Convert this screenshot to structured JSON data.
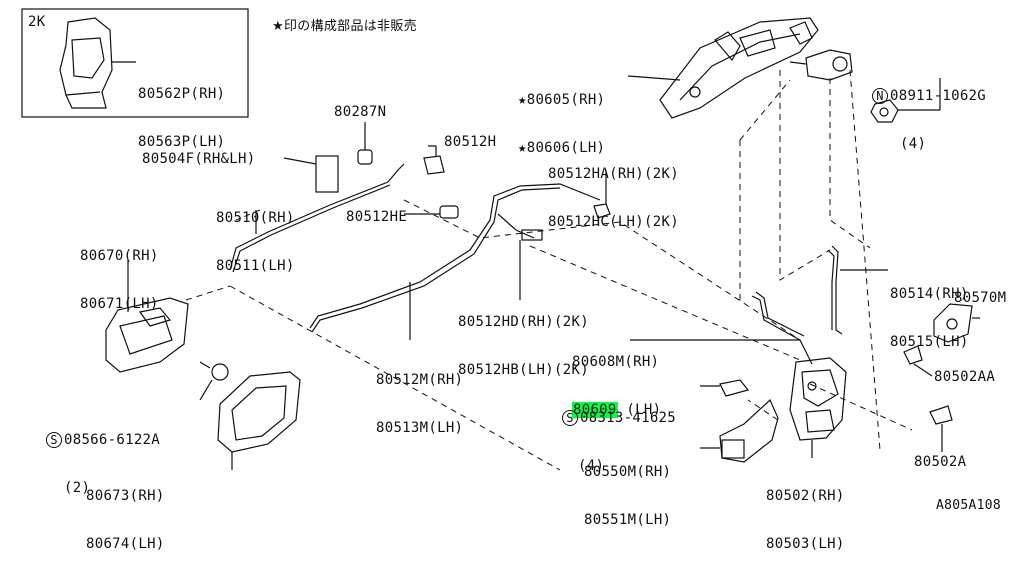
{
  "diagram_id": "A805A108",
  "note": "★印の構成部品は非販売",
  "inset": {
    "code": "2K",
    "parts": [
      "80562P(RH)",
      "80563P(LH)"
    ]
  },
  "labels": {
    "outer_handle": [
      "★80605(RH)",
      "★80606(LH)"
    ],
    "bolt_n": {
      "prefix": "N",
      "lines": [
        "08911-1062G",
        "(4)"
      ]
    },
    "n80287": "80287N",
    "n80512h": "80512H",
    "n80504f": "80504F(RH&LH)",
    "n80510": [
      "80510(RH)",
      "80511(LH)"
    ],
    "n80512ha": [
      "80512HA(RH)(2K)",
      "80512HC(LH)(2K)"
    ],
    "n80512he": "80512HE",
    "n80670": [
      "80670(RH)",
      "80671(LH)"
    ],
    "n80512hd": [
      "80512HD(RH)(2K)",
      "80512HB(LH)(2K)"
    ],
    "n80514": [
      "80514(RH)",
      "80515(LH)"
    ],
    "n80570": "80570M",
    "n80608": {
      "line1": "80608M(RH)",
      "highlight": "80609",
      "suffix": " (LH)"
    },
    "n80512m": [
      "80512M(RH)",
      "80513M(LH)"
    ],
    "screw_s1": {
      "prefix": "S",
      "lines": [
        "08566-6122A",
        "(2)"
      ]
    },
    "screw_s2": {
      "prefix": "S",
      "lines": [
        "08313-41625",
        "(4)"
      ]
    },
    "n80502aa": "80502AA",
    "n80550": [
      "80550M(RH)",
      "80551M(LH)"
    ],
    "n80502a": "80502A",
    "n80673": [
      "80673(RH)",
      "80674(LH)"
    ],
    "n80502": [
      "80502(RH)",
      "80503(LH)"
    ]
  },
  "colors": {
    "ink": "#111111",
    "highlight": "#00ff44",
    "background": "#ffffff"
  }
}
